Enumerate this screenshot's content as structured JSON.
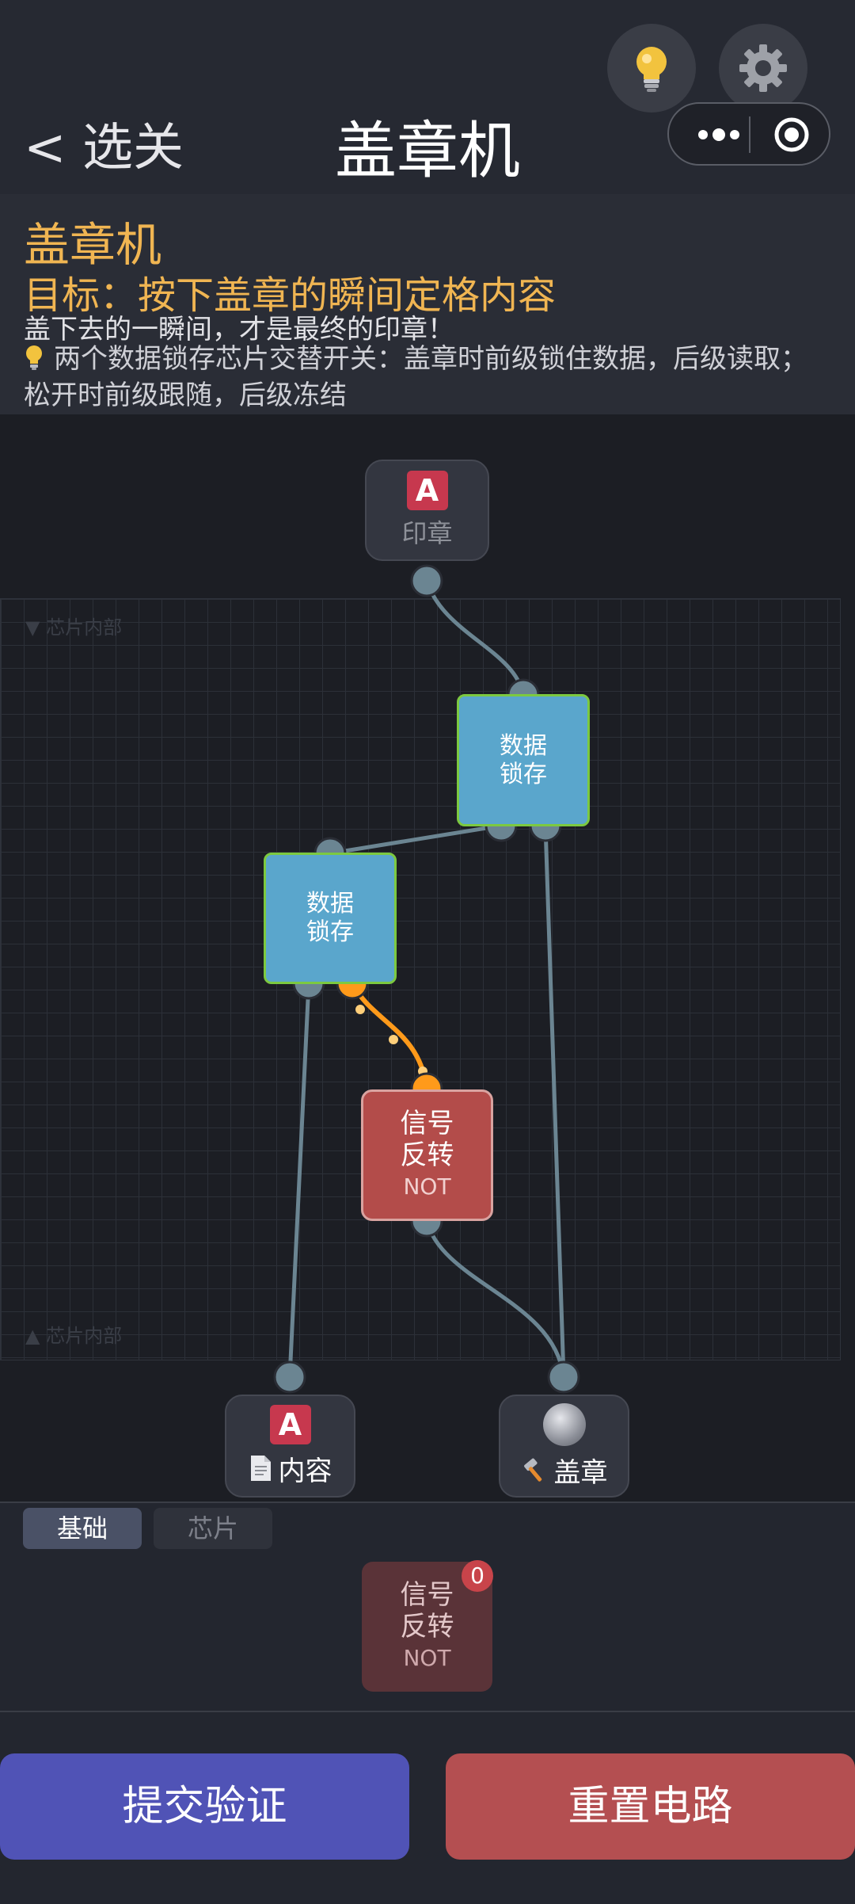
{
  "header": {
    "back_label": "< 选关",
    "title": "盖章机"
  },
  "info": {
    "level_name": "盖章机",
    "goal": "目标：按下盖章的瞬间定格内容",
    "description": "盖下去的一瞬间，才是最终的印章！",
    "hint": "两个数据锁存芯片交替开关：盖章时前级锁住数据，后级读取；松开时前级跟随，后级冻结"
  },
  "canvas": {
    "zone_top_label": "▼ 芯片内部",
    "zone_bottom_label": "▲ 芯片内部",
    "input_node": {
      "badge": "A",
      "label": "印章"
    },
    "latch_1": {
      "line1": "数据",
      "line2": "锁存"
    },
    "latch_2": {
      "line1": "数据",
      "line2": "锁存"
    },
    "not_gate": {
      "line1": "信号",
      "line2": "反转",
      "sub": "NOT"
    },
    "output_content": {
      "badge": "A",
      "label": "内容"
    },
    "output_stamp": {
      "label": "盖章"
    },
    "colors": {
      "wire_idle": "#6b8592",
      "wire_active": "#ff9a1a",
      "port": "#6b8592"
    }
  },
  "palette": {
    "tabs": [
      "基础",
      "芯片"
    ],
    "active_tab": "基础",
    "items": [
      {
        "line1": "信号",
        "line2": "反转",
        "sub": "NOT",
        "count": "0"
      }
    ]
  },
  "actions": {
    "submit": "提交验证",
    "reset": "重置电路"
  }
}
